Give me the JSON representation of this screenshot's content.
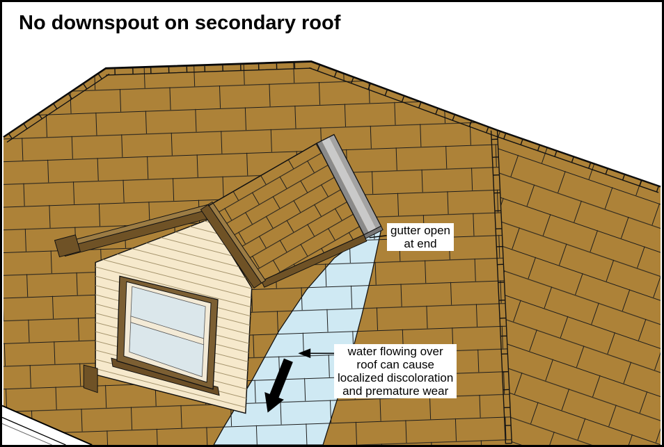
{
  "title": "No downspout on secondary roof",
  "labels": {
    "gutter_open": {
      "line1": "gutter open",
      "line2": "at end"
    },
    "water_flow": {
      "line1": "water flowing over",
      "line2": "roof can cause",
      "line3": "localized discoloration",
      "line4": "and premature wear"
    }
  },
  "colors": {
    "shingle": "#ad8238",
    "water": "#cfe9f3",
    "gutter_dark": "#8a8a8a",
    "gutter_light": "#c9c9c9",
    "gutter_mid": "#a3a3a3",
    "gutter_mouth": "#777777",
    "dormer_wood_dark": "#6f5226",
    "dormer_wood_light": "#9c7c44",
    "siding": "#f6e9cc",
    "window_trim": "#7c5f33",
    "window_casing": "#f3ead6",
    "window_pane": "#dbe7eb",
    "window_sill": "#6b4e26",
    "arrow": "#000000"
  }
}
